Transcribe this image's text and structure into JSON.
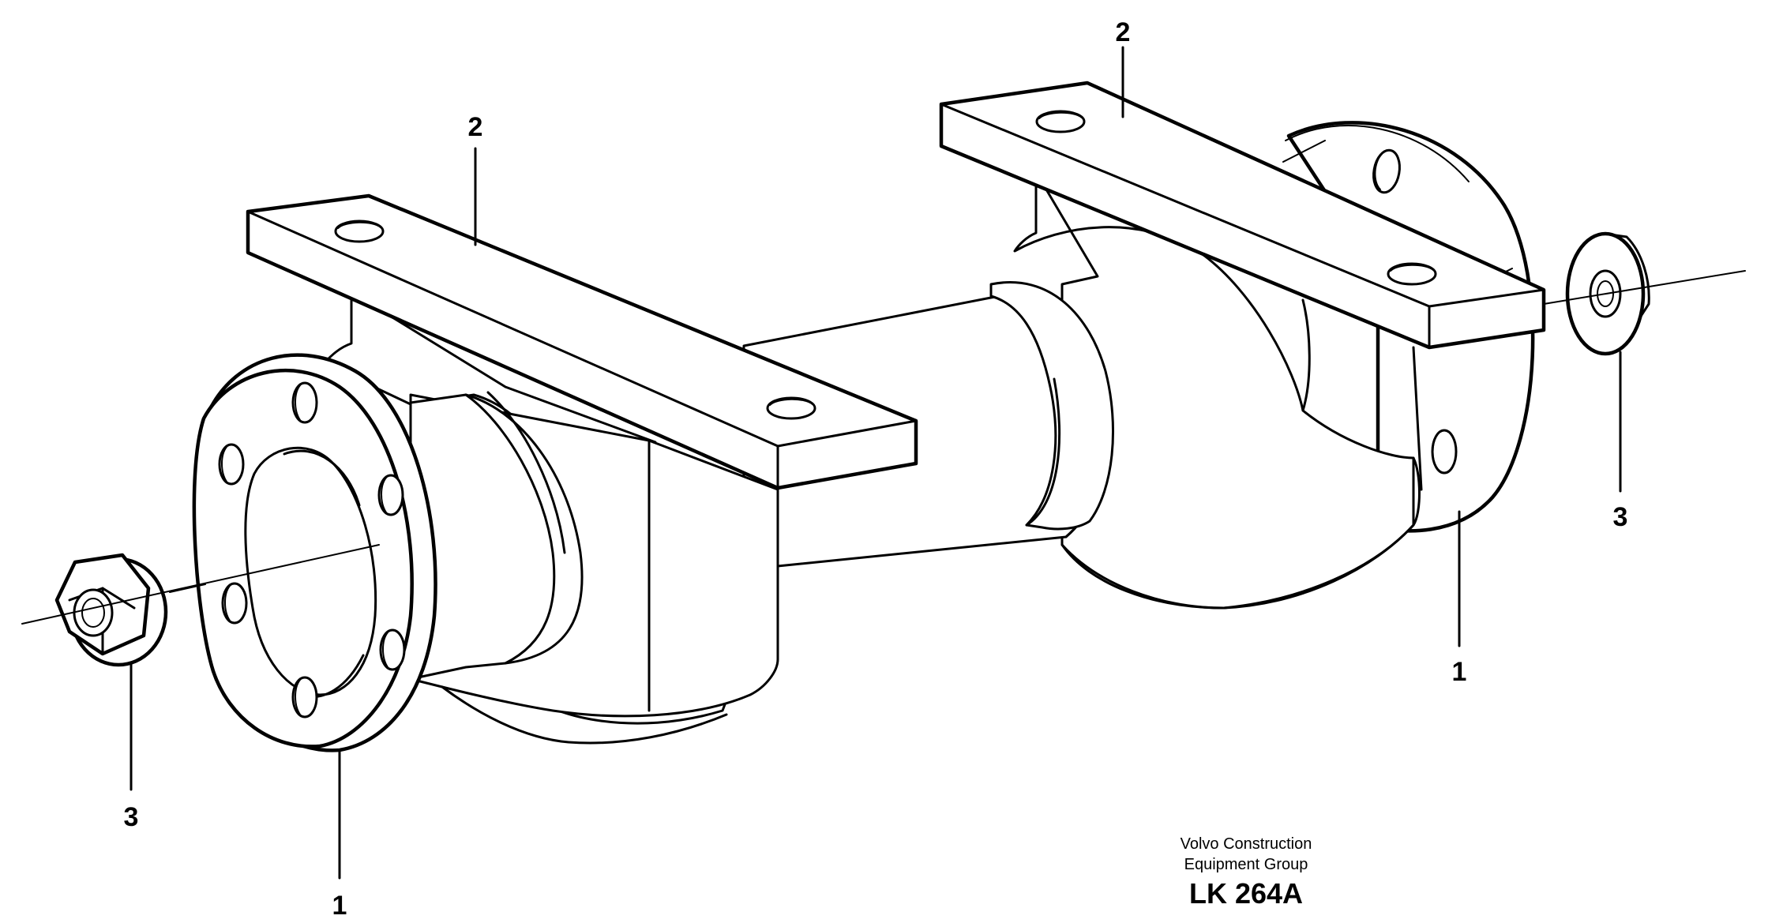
{
  "drawing": {
    "callouts": {
      "bracket_left": "2",
      "bracket_right": "2",
      "nut_right": "3",
      "nut_left": "3",
      "flange_right": "1",
      "flange_left": "1"
    },
    "credit": {
      "line1": "Volvo Construction",
      "line2": "Equipment Group"
    },
    "drawing_code": "LK 264A"
  }
}
